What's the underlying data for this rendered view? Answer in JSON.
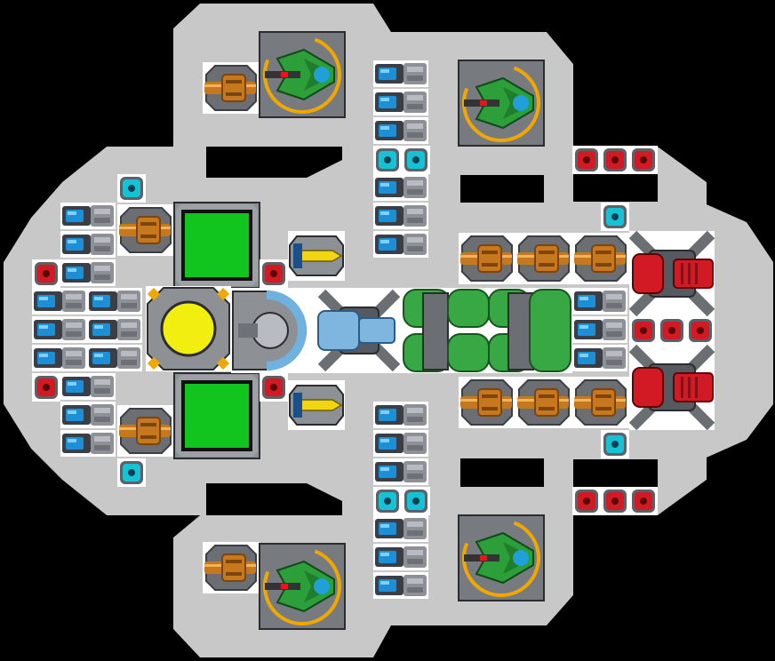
{
  "view": {
    "name": "ship-layout-editor"
  },
  "palette": {
    "background": "#000000",
    "hull": "#c8c8c8",
    "slot": "#ffffff",
    "battery_blue": "#1c8fd6",
    "shield_cyan": "#16c3d6",
    "red_part": "#d11a24",
    "gun_orange": "#c7771e",
    "fighter_green": "#2c9e3a",
    "ring_gold": "#f0a800",
    "reactor_yellow": "#f2ee10",
    "tank_green": "#38a844",
    "panel_green": "#12c41e",
    "metal": "#8d9095"
  },
  "part_types": [
    "battery",
    "shield-generator",
    "red-module",
    "autocannon",
    "fighter-bay",
    "missile-launcher",
    "reactor",
    "cockpit",
    "thruster",
    "fuel-tank",
    "cargo-panel",
    "heavy-red-gun"
  ]
}
